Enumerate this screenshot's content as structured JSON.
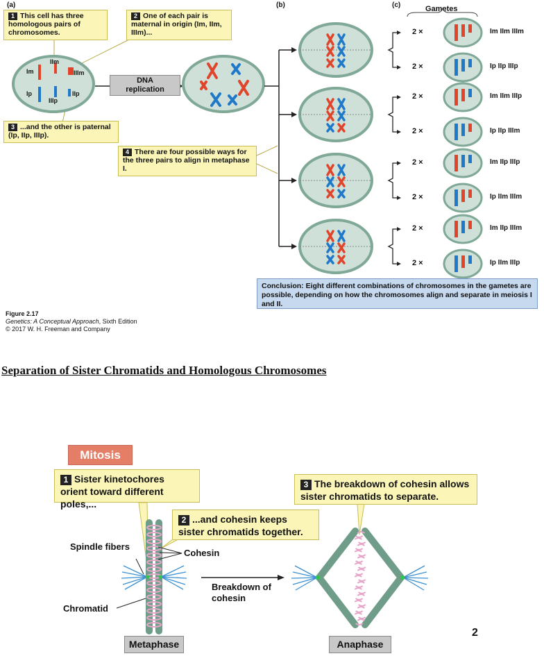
{
  "panel_a": {
    "label": "(a)",
    "callout1": {
      "num": "1",
      "text": "This cell has three homologous pairs of chromosomes."
    },
    "callout2": {
      "num": "2",
      "text": "One of each pair is maternal in origin (Im, IIm, IIIm)..."
    },
    "callout3": {
      "num": "3",
      "text": "...and the other is paternal (Ip, IIp, IIIp)."
    },
    "callout4": {
      "num": "4",
      "text": "There are four possible ways for the three pairs to align in metaphase I."
    },
    "dna_replication": "DNA replication",
    "cell_labels": {
      "i_m": "Im",
      "ii_m": "IIm",
      "iii_m": "IIIm",
      "i_p": "Ip",
      "ii_p": "IIp",
      "iii_p": "IIIp"
    }
  },
  "panel_b": {
    "label": "(b)"
  },
  "panel_c": {
    "label": "(c)",
    "gametes_title": "Gametes",
    "times": "2 ×",
    "gamete_rows": [
      "Im IIm IIIm",
      "Ip IIp IIIp",
      "Im IIm IIIp",
      "Ip IIp IIIm",
      "Im IIp IIIp",
      "Ip IIm IIIm",
      "Im IIp IIIm",
      "Ip IIm IIIp"
    ]
  },
  "conclusion": {
    "lead": "Conclusion:",
    "text": "Eight different combinations of chromosomes in the gametes are possible, depending on how the chromosomes align and separate in meiosis I and II."
  },
  "figure_credit": {
    "number": "Figure 2.17",
    "book": "Genetics: A Conceptual Approach",
    "edition": ", Sixth Edition",
    "copyright": "© 2017 W. H. Freeman and Company"
  },
  "section_heading": "Separation of Sister Chromatids and Homologous Chromosomes",
  "mitosis": {
    "tag": "Mitosis",
    "callout1": {
      "num": "1",
      "text": "Sister kinetochores orient toward different poles,..."
    },
    "callout2": {
      "num": "2",
      "text": "...and cohesin keeps sister chromatids together."
    },
    "callout3": {
      "num": "3",
      "text": "The breakdown of cohesin allows sister chromatids to separate."
    },
    "spindle_fibers": "Spindle fibers",
    "cohesin": "Cohesin",
    "chromatid": "Chromatid",
    "breakdown": "Breakdown of cohesin",
    "metaphase": "Metaphase",
    "anaphase": "Anaphase",
    "page_fragment": "2"
  },
  "colors": {
    "maternal": "#e0452b",
    "paternal": "#1f78c8",
    "cell_fill": "#cfe0d8",
    "cell_border": "#7fa896",
    "callout": "#fbf6b8",
    "conclusion": "#c6d9ef",
    "cohesin": "#e7a6c8",
    "chromatid": "#6f9d8a",
    "mitosis_tag": "#e57e67"
  }
}
